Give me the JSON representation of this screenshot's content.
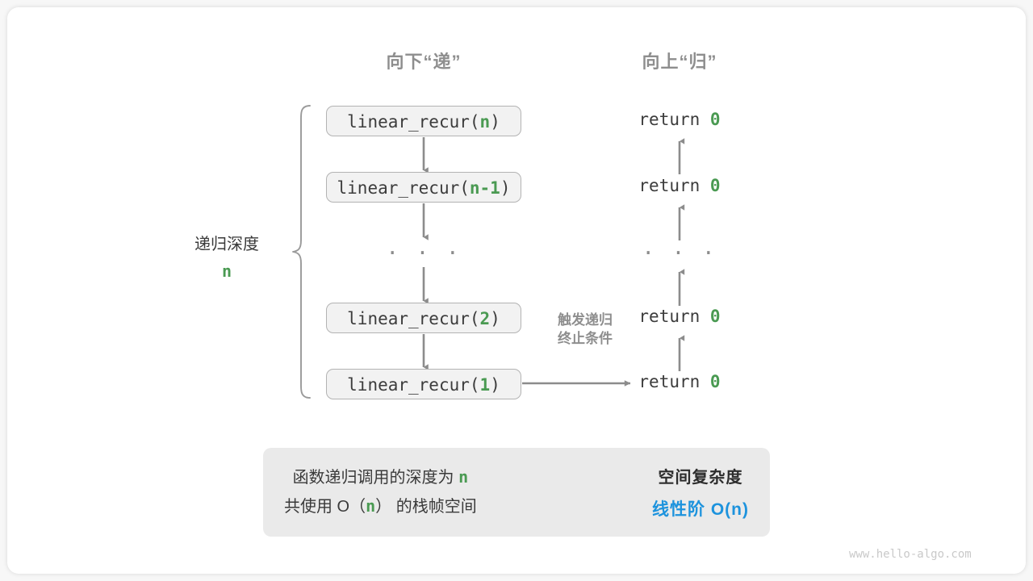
{
  "diagram": {
    "headers": {
      "down": "向下“递”",
      "up": "向上“归”"
    },
    "side_label": {
      "title": "递归深度",
      "value": "n"
    },
    "mid_note": {
      "line1": "触发递归",
      "line2": "终止条件"
    },
    "call_frames": [
      {
        "prefix": "linear_recur(",
        "arg": "n",
        "suffix": ")"
      },
      {
        "prefix": "linear_recur(",
        "arg": "n-1",
        "suffix": ")"
      },
      {
        "prefix": "linear_recur(",
        "arg": "2",
        "suffix": ")"
      },
      {
        "prefix": "linear_recur(",
        "arg": "1",
        "suffix": ")"
      }
    ],
    "ellipsis": "· · ·",
    "returns": [
      {
        "keyword": "return",
        "value": "0"
      },
      {
        "keyword": "return",
        "value": "0"
      },
      {
        "keyword": "return",
        "value": "0"
      },
      {
        "keyword": "return",
        "value": "0"
      }
    ]
  },
  "summary": {
    "left_line1_a": "函数递归调用的深度为 ",
    "left_line1_b": "n",
    "left_line2_a": "共使用 O（",
    "left_line2_b": "n",
    "left_line2_c": "） 的栈帧空间",
    "right_title": "空间复杂度",
    "right_value": "线性阶 O(n)"
  },
  "watermark": "www.hello-algo.com",
  "colors": {
    "green": "#4a9a52",
    "blue": "#1d93dd",
    "gray_text": "#8e8e8e",
    "box_fill": "#f2f2f2",
    "box_border": "#b3b3b3",
    "panel_fill": "#eaeaea",
    "stroke": "#8c8c8c"
  }
}
